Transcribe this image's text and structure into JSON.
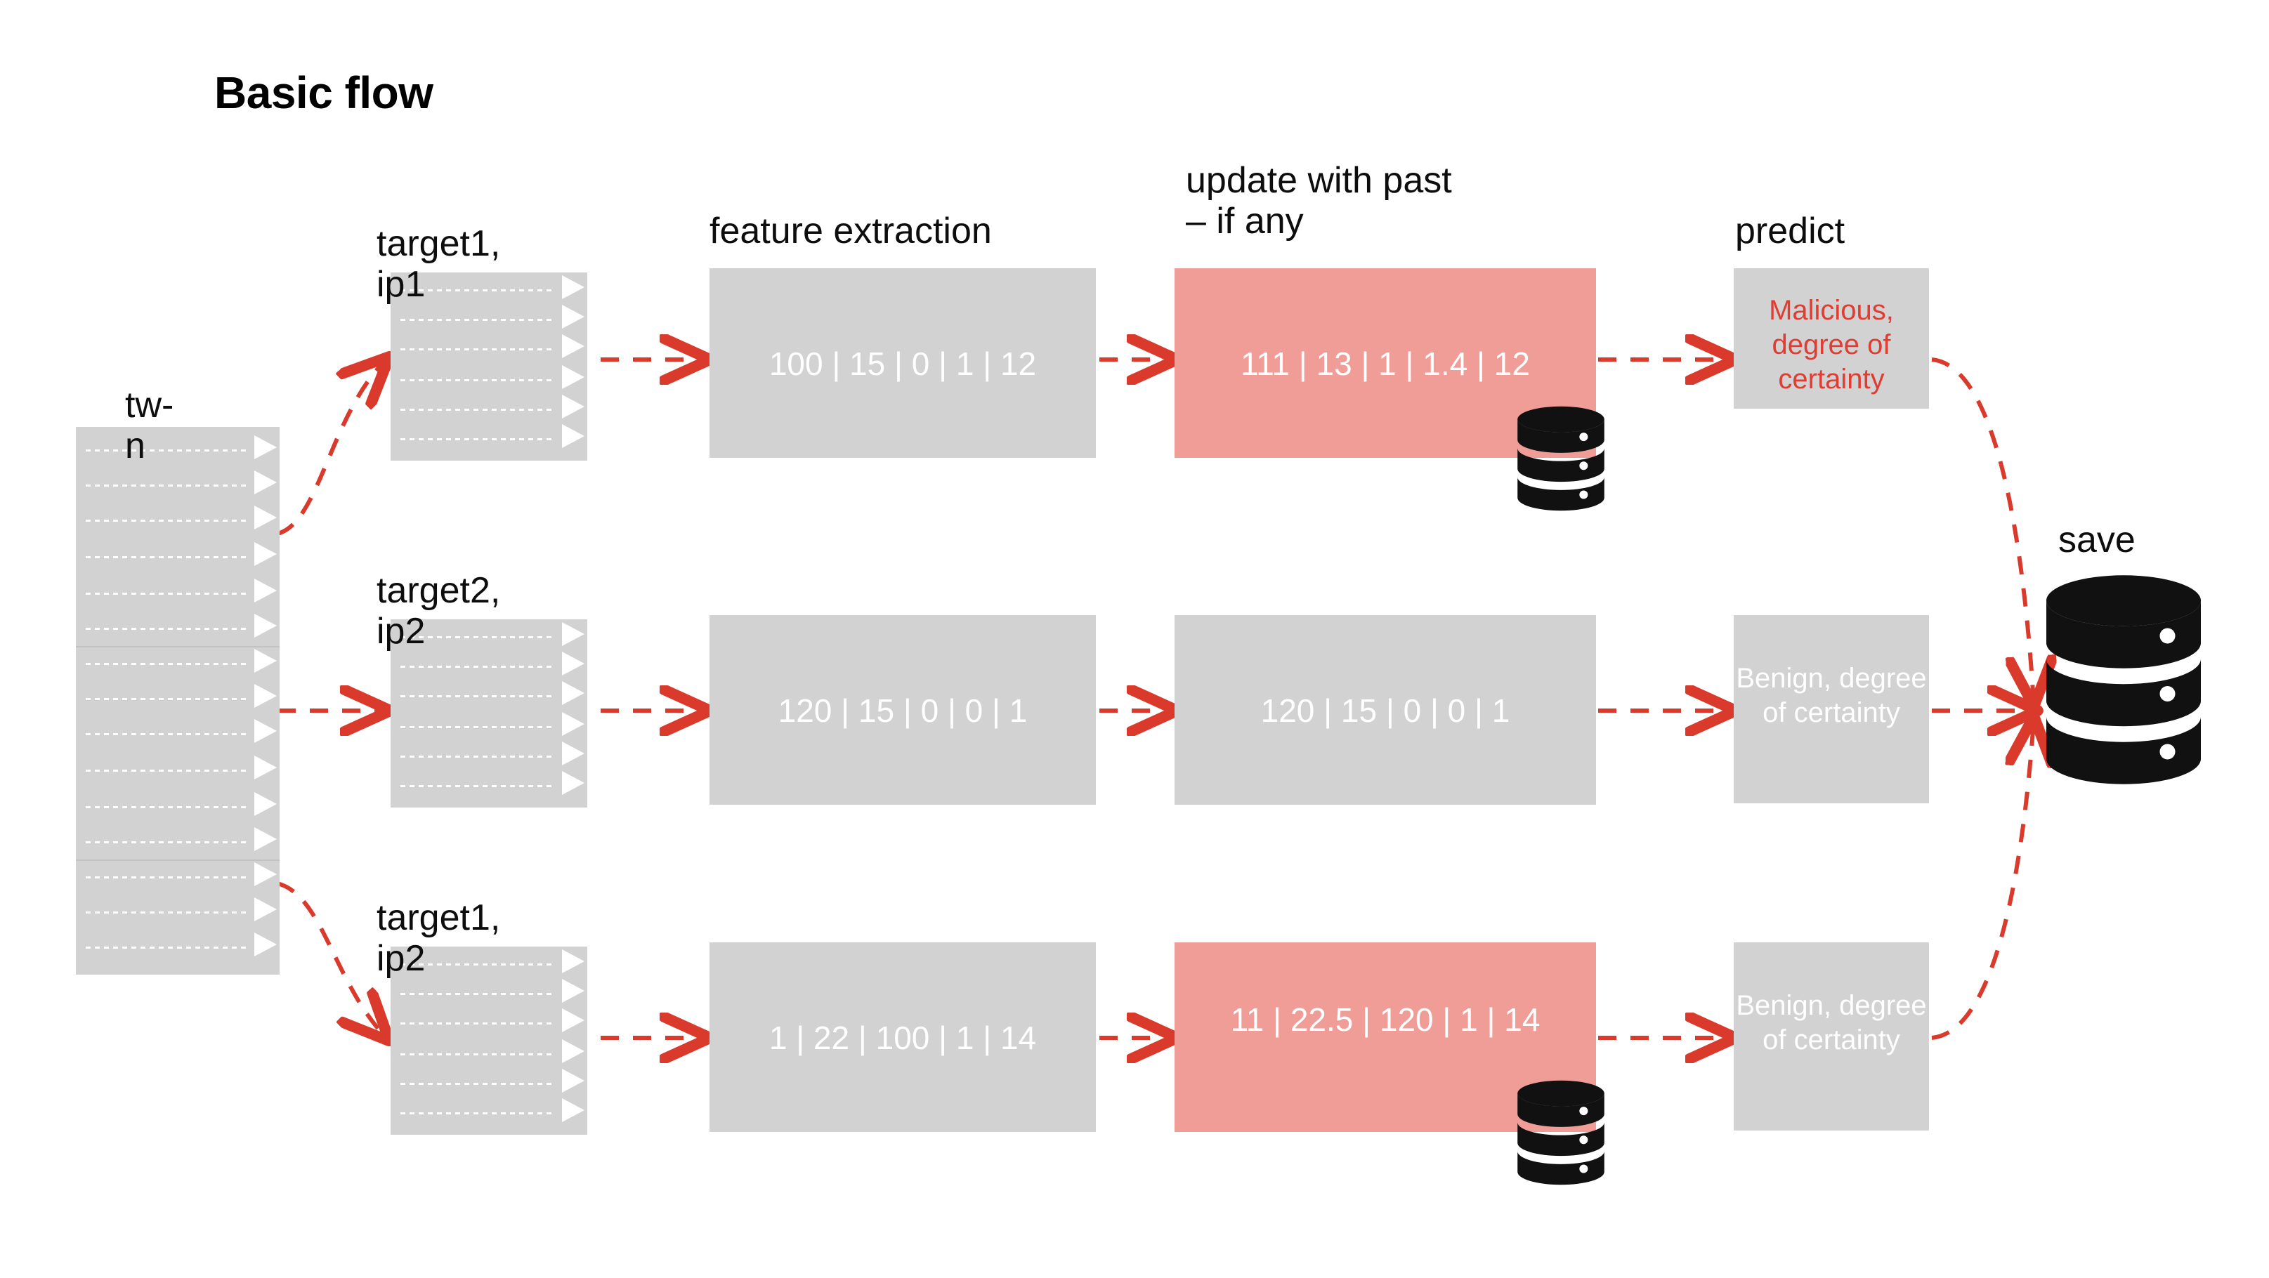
{
  "diagram": {
    "title": "Basic flow",
    "accent_red": "#e03c31",
    "box_grey": "#d2d2d2",
    "box_salmon": "#f09d98",
    "connector_color": "#d93a2b"
  },
  "source": {
    "label": "tw-\nn",
    "name": "time-window-stack"
  },
  "columns": {
    "targets_header": "",
    "feature_extraction_header": "feature extraction",
    "update_header": "update with past\n– if any",
    "predict_header": "predict",
    "save_header": "save"
  },
  "rows": [
    {
      "target_label": "target1,\nip1",
      "features": "100 | 15 | 0 | 1 | 12",
      "updated": "111 | 13 | 1 | 1.4 | 12",
      "updated_highlighted": true,
      "prediction": "Malicious,\ndegree of\ncertainty",
      "prediction_style": "red",
      "has_db_icon": true
    },
    {
      "target_label": "target2,\nip2",
      "features": "120 | 15 | 0 | 0 | 1",
      "updated": "120 | 15 | 0 | 0 | 1",
      "updated_highlighted": false,
      "prediction": "Benign,\ndegree of\ncertainty",
      "prediction_style": "white",
      "has_db_icon": false
    },
    {
      "target_label": "target1,\nip2",
      "features": "1 | 22 | 100 | 1 | 14",
      "updated": "11 | 22.5 | 120 | 1 |\n14",
      "updated_highlighted": true,
      "prediction": "Benign,\ndegree of\ncertainty",
      "prediction_style": "white",
      "has_db_icon": true
    }
  ],
  "icons": {
    "database": "database-cylinder-icon",
    "arrow": "dashed-arrow-icon",
    "record_marker": "record-triangle-marker-icon"
  }
}
